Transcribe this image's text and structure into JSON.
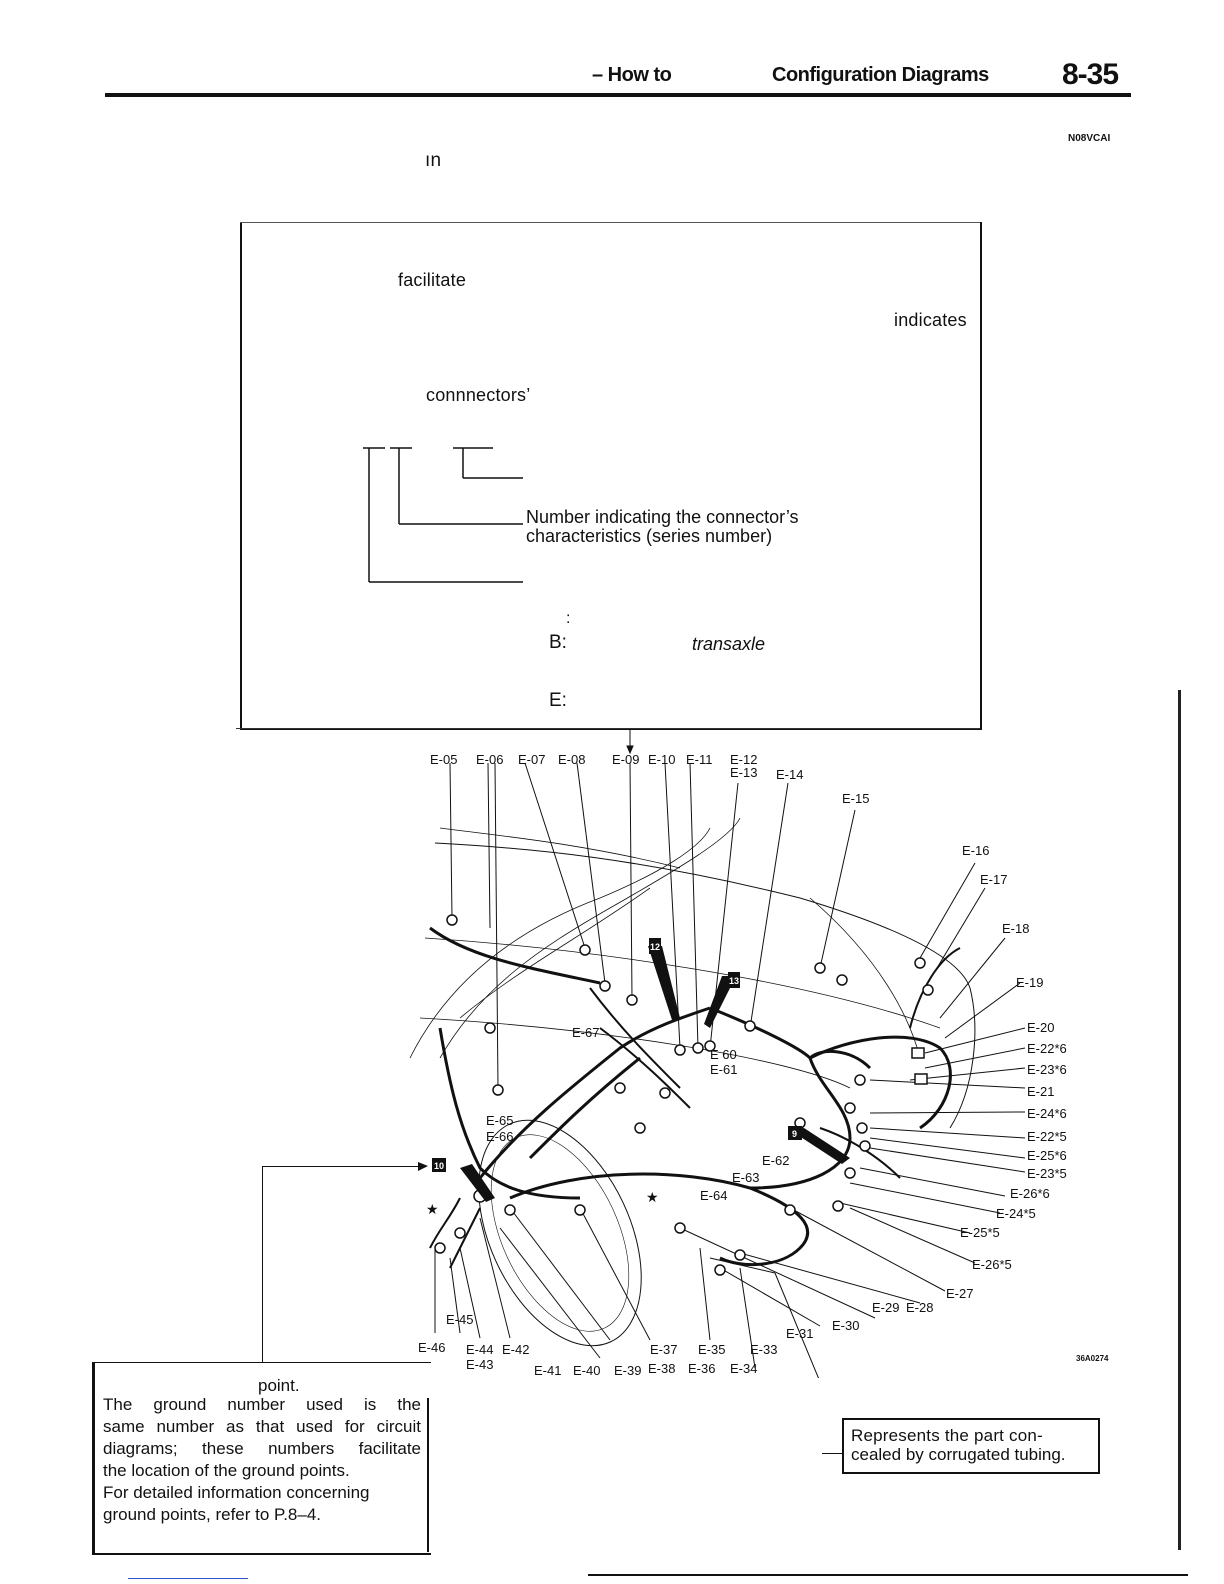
{
  "header": {
    "section_title_part1": "– How to",
    "section_title_part2": "Configuration Diagrams",
    "page_number": "8-35",
    "doc_code": "N08VCAI"
  },
  "intro_fragment": "ın",
  "info_box": {
    "fragment_facilitate": "facilitate",
    "fragment_indicates": "indicates",
    "fragment_connectors": "connnectors’",
    "series_line1": "Number indicating the connector’s",
    "series_line2": "characteristics (series number)",
    "code_colon": ":",
    "code_b": "B:",
    "code_transaxle": "transaxle",
    "code_e": "E:"
  },
  "diagram": {
    "top_labels": [
      "E-05",
      "E-06",
      "E-07",
      "E-08",
      "E-09",
      "E-10",
      "E-11",
      "E-12",
      "E-13",
      "E-14",
      "E-15"
    ],
    "right_labels": [
      "E-16",
      "E-17",
      "E-18",
      "E-19",
      "E-20",
      "E-22*6",
      "E-23*6",
      "E-21",
      "E-24*6",
      "E-22*5",
      "E-25*6",
      "E-23*5",
      "E-26*6",
      "E-24*5",
      "E-25*5",
      "E-26*5",
      "E-27"
    ],
    "bottom_labels": [
      "E-29",
      "E-28",
      "E-30",
      "E-31",
      "E-33",
      "E-35",
      "E-37",
      "E-34",
      "E-36",
      "E-38",
      "E-39",
      "E-40",
      "E-41",
      "E-42",
      "E-43",
      "E-44",
      "E-45",
      "E-46"
    ],
    "inner_labels": [
      "E-67",
      "E 60",
      "E-61",
      "E-65",
      "E-66",
      "E-62",
      "E-63",
      "E-64"
    ],
    "ground_markers": [
      "12",
      "13",
      "9",
      "10"
    ],
    "figure_code": "36A0274"
  },
  "ground_note": {
    "heading": "point.",
    "text_lines": [
      "The ground number used is the",
      "same number as that used for circuit",
      "diagrams; these numbers facilitate",
      "the location of the ground points.",
      "For detailed information concerning",
      "ground points, refer to P.8–4."
    ]
  },
  "tubing_note": {
    "line1": "Represents the part con-",
    "line2": "cealed by corrugated tubing."
  }
}
